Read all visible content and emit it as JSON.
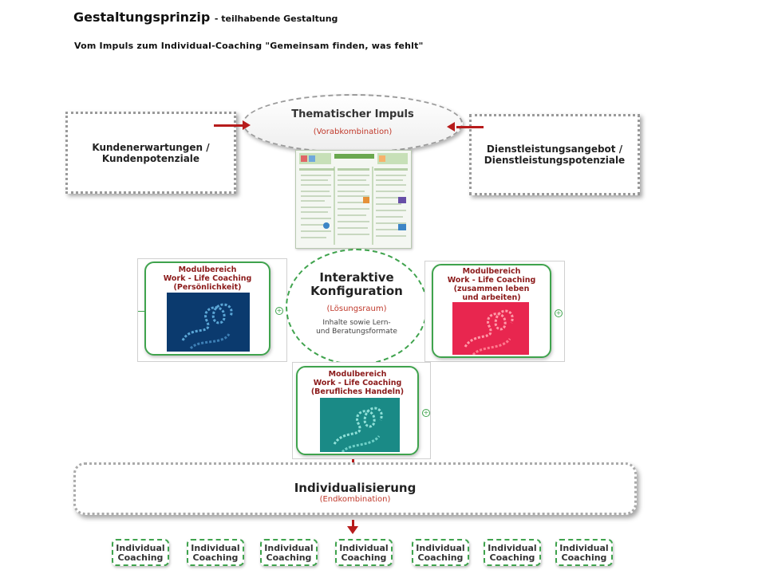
{
  "header": {
    "title": "Gestaltungsprinzip",
    "title_suffix": "- teilhabende Gestaltung",
    "subtitle": "Vom Impuls zum Individual-Coaching  \"Gemeinsam finden, was fehlt\""
  },
  "left_box": {
    "line1": "Kundenerwartungen /",
    "line2": "Kundenpotenziale"
  },
  "right_box": {
    "line1": "Dienstleistungsangebot /",
    "line2": "Dienstleistungspotenziale"
  },
  "impulse": {
    "title": "Thematischer Impuls",
    "subtitle": "(Vorabkombination)"
  },
  "configuration": {
    "line1": "Interaktive",
    "line2": "Konfiguration",
    "subtitle": "(Lösungsraum)",
    "note1": "Inhalte  sowie Lern-",
    "note2": "und Beratungsformate"
  },
  "modules": [
    {
      "lines": [
        "Modulbereich",
        "Work - Life Coaching",
        "(Persönlichkeit)"
      ],
      "image_color": "#0b3a6e"
    },
    {
      "lines": [
        "Modulbereich",
        "Work - Life Coaching",
        "(zusammen leben",
        "und arbeiten)"
      ],
      "image_color": "#e8264f"
    },
    {
      "lines": [
        "Modulbereich",
        "Work - Life Coaching",
        "(Berufliches Handeln)"
      ],
      "image_color": "#1a8a86"
    }
  ],
  "individualization": {
    "title": "Individualisierung",
    "subtitle": "(Endkombination)"
  },
  "coaching": [
    {
      "line1": "Individual",
      "line2": "Coaching"
    },
    {
      "line1": "Individual",
      "line2": "Coaching"
    },
    {
      "line1": "Individual",
      "line2": "Coaching"
    },
    {
      "line1": "Individual",
      "line2": "Coaching"
    },
    {
      "line1": "Individual",
      "line2": "Coaching"
    },
    {
      "line1": "Individual",
      "line2": "Coaching"
    },
    {
      "line1": "Individual",
      "line2": "Coaching"
    }
  ],
  "colors": {
    "arrow": "#b71c1c",
    "green": "#3fa34d",
    "module_text": "#8b1a1a"
  }
}
